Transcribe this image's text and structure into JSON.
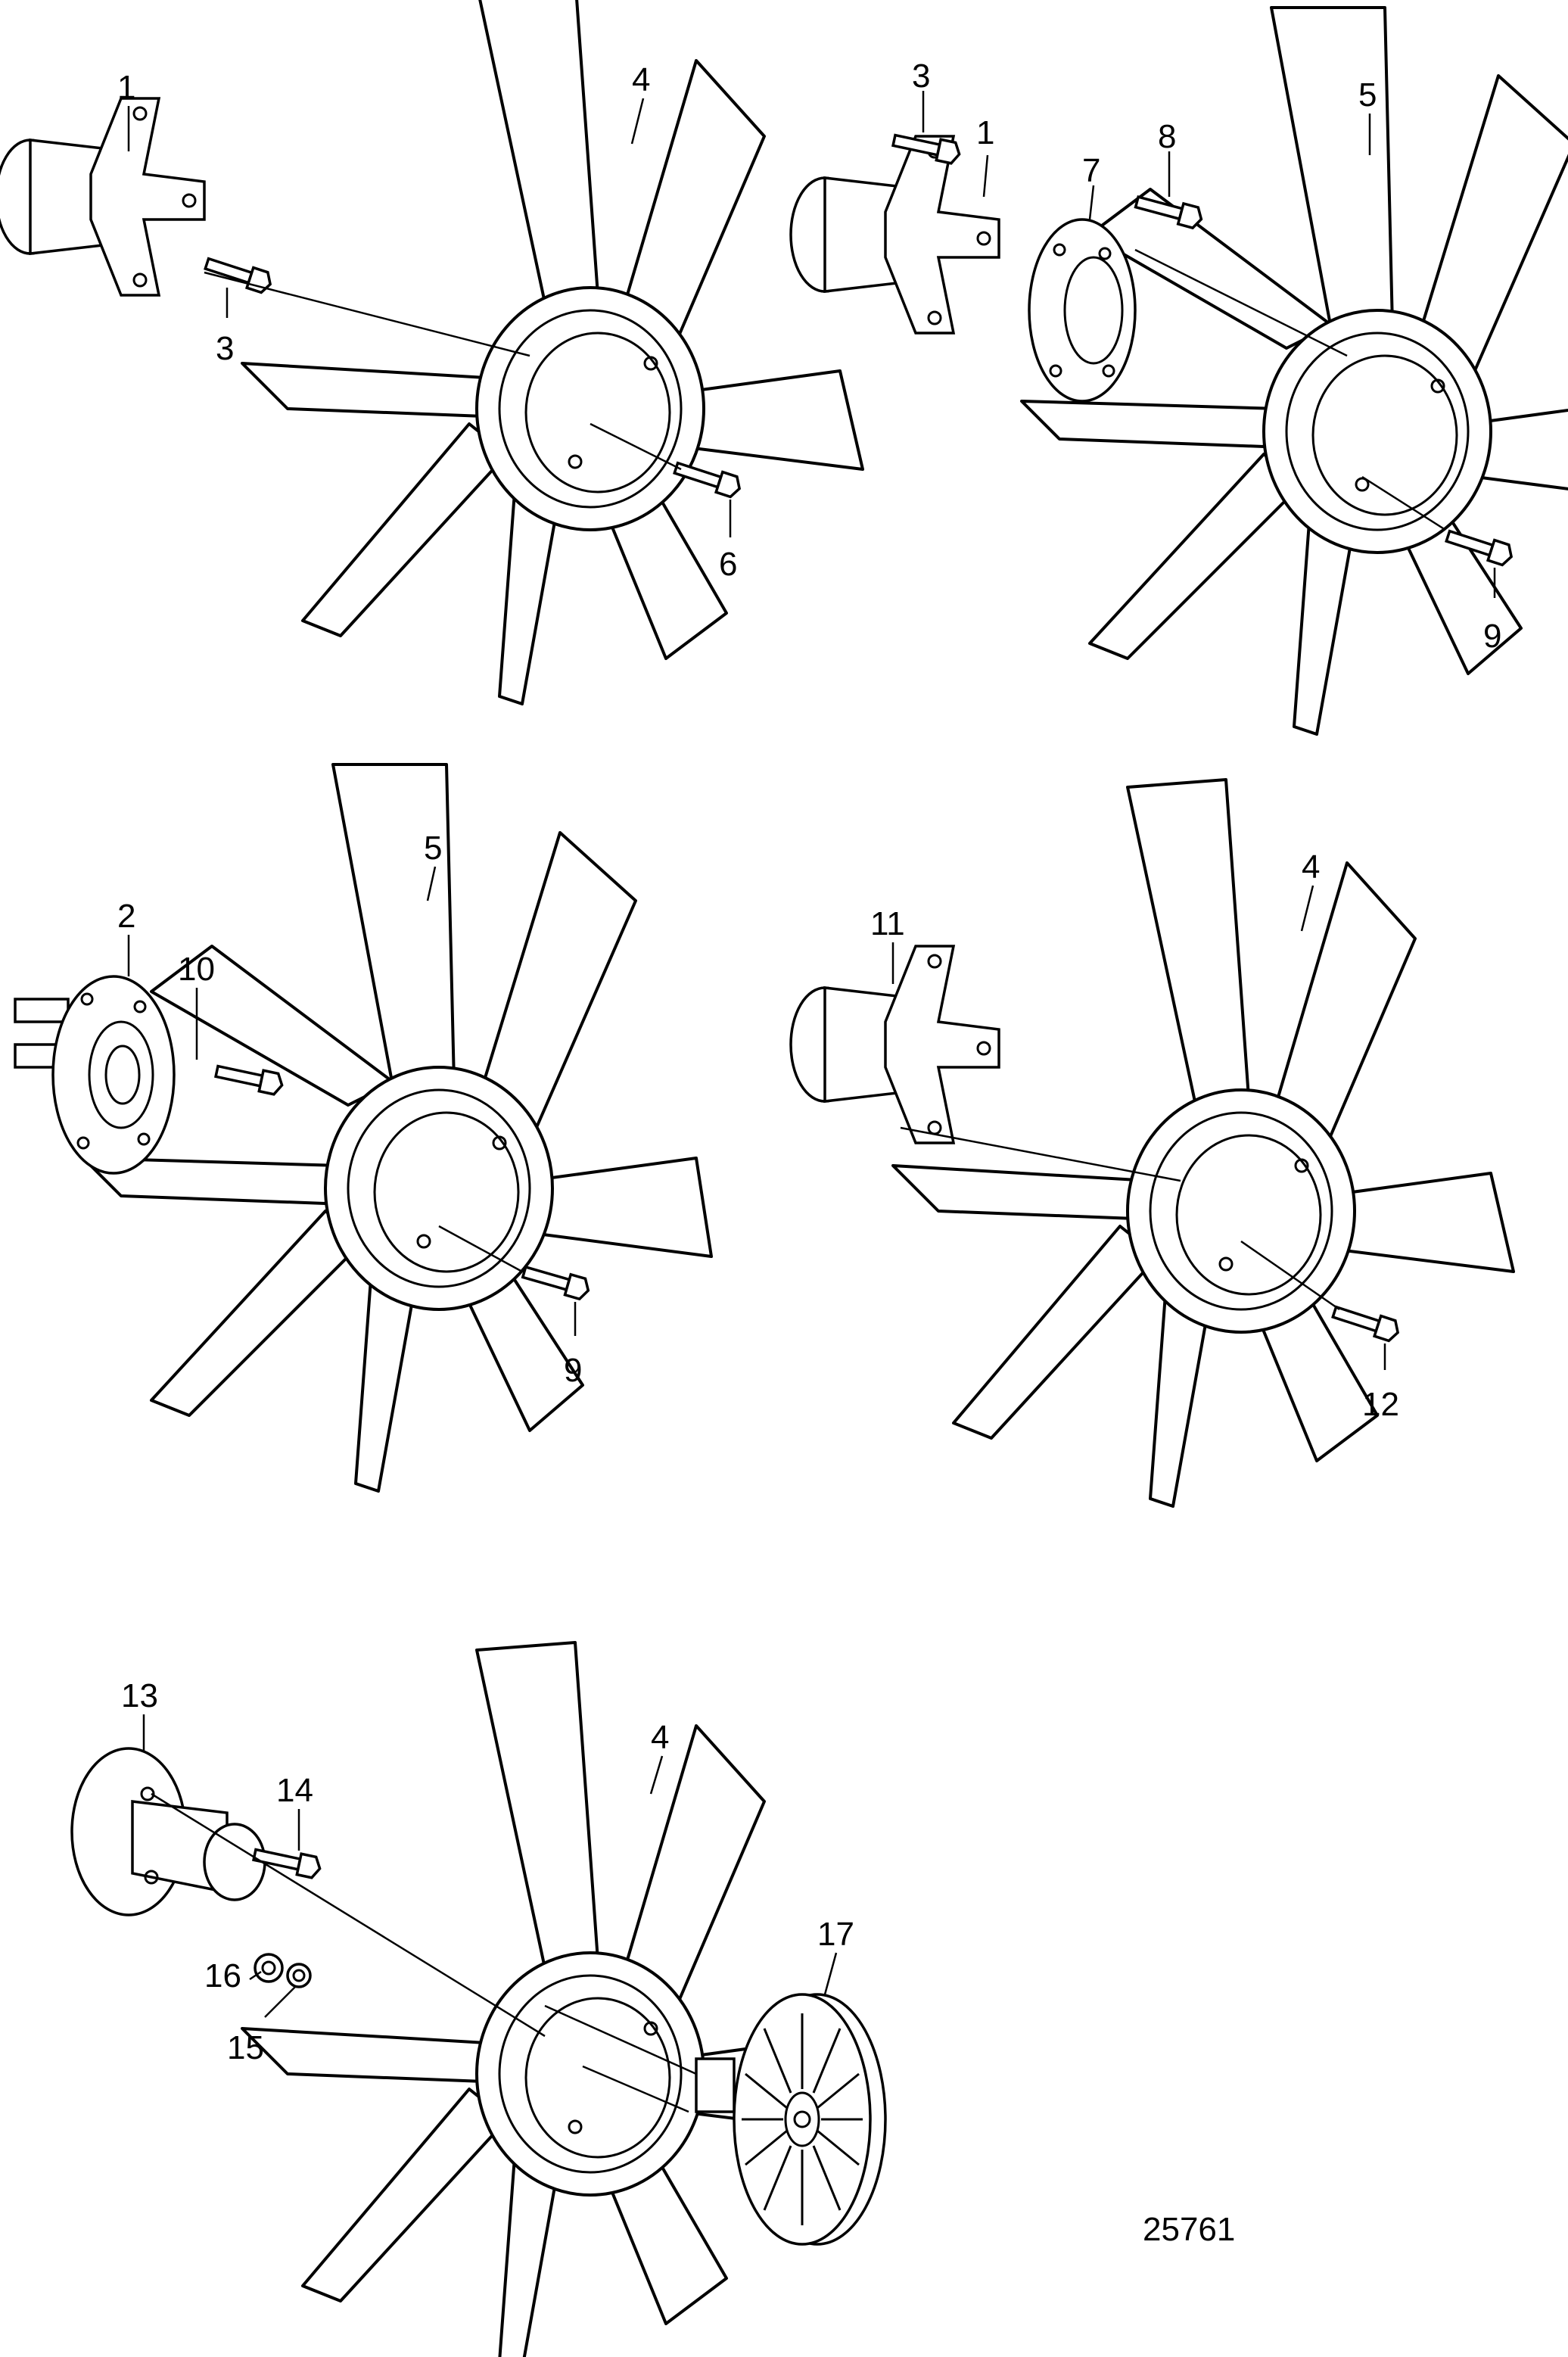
{
  "drawing": {
    "figure_number": "25761",
    "assemblies": [
      {
        "id": "A",
        "callouts": [
          "1",
          "3",
          "4",
          "6"
        ]
      },
      {
        "id": "B",
        "callouts": [
          "3",
          "1",
          "7",
          "8",
          "5",
          "9"
        ]
      },
      {
        "id": "C",
        "callouts": [
          "2",
          "10",
          "5",
          "9"
        ]
      },
      {
        "id": "D",
        "callouts": [
          "11",
          "4",
          "12"
        ]
      },
      {
        "id": "E",
        "callouts": [
          "13",
          "14",
          "4",
          "16",
          "15",
          "17"
        ]
      }
    ]
  }
}
